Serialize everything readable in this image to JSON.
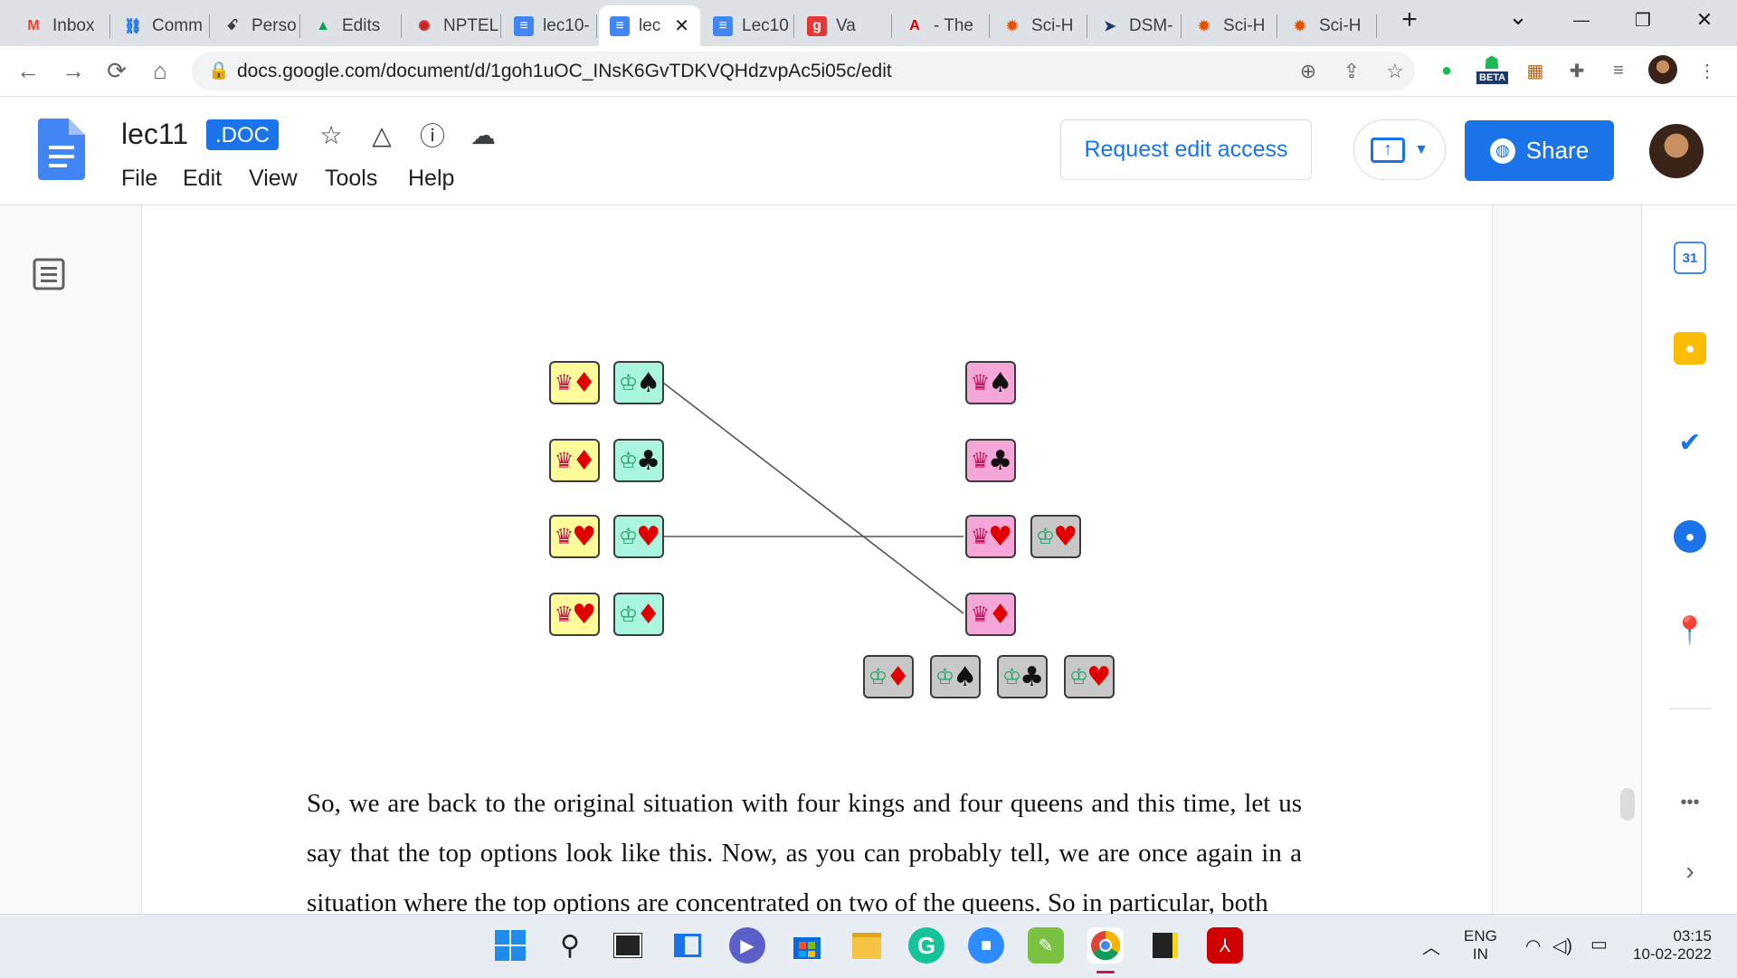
{
  "browser": {
    "tabs": [
      {
        "label": "Inbox",
        "icon": "gmail-icon"
      },
      {
        "label": "Comm",
        "icon": "link-icon"
      },
      {
        "label": "Perso",
        "icon": "dna-icon"
      },
      {
        "label": "Edits",
        "icon": "drive-icon"
      },
      {
        "label": "NPTEL",
        "icon": "nptel-icon"
      },
      {
        "label": "lec10-",
        "icon": "docs-icon"
      },
      {
        "label": "lec",
        "icon": "docs-icon",
        "active": true
      },
      {
        "label": "Lec10",
        "icon": "docs-icon"
      },
      {
        "label": "Va",
        "icon": "g-icon"
      },
      {
        "label": "- The",
        "icon": "acrobat-icon"
      },
      {
        "label": "Sci-H",
        "icon": "scihub-icon"
      },
      {
        "label": "DSM-",
        "icon": "arrow-icon"
      },
      {
        "label": "Sci-H",
        "icon": "scihub-icon"
      },
      {
        "label": "Sci-H",
        "icon": "scihub-icon"
      }
    ],
    "url": "docs.google.com/document/d/1goh1uOC_INsK6GvTDKVQHdzvpAc5i05c/edit",
    "beta_badge": "BETA"
  },
  "doc": {
    "title": "lec11",
    "badge": ".DOC",
    "menu": [
      "File",
      "Edit",
      "View",
      "Tools",
      "Help"
    ],
    "request_edit": "Request edit access",
    "share": "Share"
  },
  "figure": {
    "left_queens": [
      {
        "crown": "♛",
        "suit": "♦"
      },
      {
        "crown": "♛",
        "suit": "♦"
      },
      {
        "crown": "♛",
        "suit": "♥"
      },
      {
        "crown": "♛",
        "suit": "♥"
      }
    ],
    "left_kings": [
      {
        "crown": "♔",
        "suit": "♠"
      },
      {
        "crown": "♔",
        "suit": "♣"
      },
      {
        "crown": "♔",
        "suit": "♥"
      },
      {
        "crown": "♔",
        "suit": "♦"
      }
    ],
    "right_queens": [
      {
        "crown": "♛",
        "suit": "♠"
      },
      {
        "crown": "♛",
        "suit": "♣"
      },
      {
        "crown": "♛",
        "suit": "♥"
      },
      {
        "crown": "♛",
        "suit": "♦"
      }
    ],
    "matched_king": {
      "crown": "♔",
      "suit": "♥"
    },
    "bottom_kings": [
      {
        "crown": "♔",
        "suit": "♦"
      },
      {
        "crown": "♔",
        "suit": "♠"
      },
      {
        "crown": "♔",
        "suit": "♣"
      },
      {
        "crown": "♔",
        "suit": "♥"
      }
    ]
  },
  "paragraph": "So, we are back to the original situation with four kings and four queens and this time, let us say that the top options look like this. Now, as you can probably tell, we are once again in a situation where the top options are concentrated on two of the queens. So in particular, both",
  "sidepanel": {
    "calendar_day": "31",
    "more": "•••"
  },
  "taskbar": {
    "lang_top": "ENG",
    "lang_bottom": "IN",
    "time": "03:15",
    "date": "10-02-2022"
  },
  "colors": {
    "accent": "#1a73e8",
    "queen_left_bg": "#fdfb9a",
    "king_left_bg": "#a9f5e0",
    "queen_right_bg": "#f4a7d8",
    "king_grey_bg": "#c8c8c8"
  }
}
